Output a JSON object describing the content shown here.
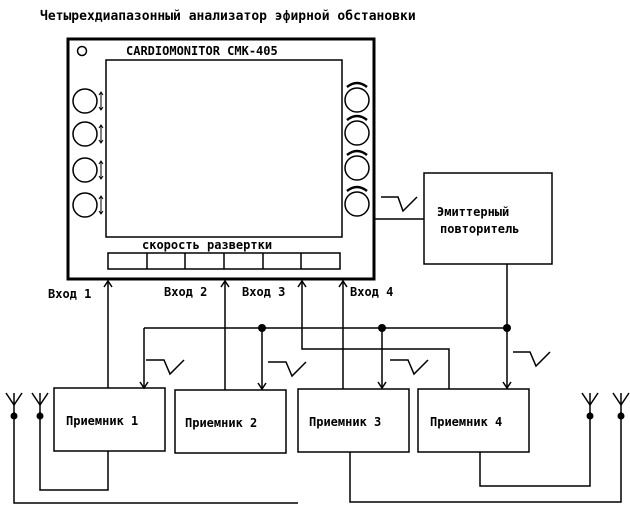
{
  "diagram": {
    "title": "Четырехдиапазонный анализатор эфирной обстановки",
    "monitor": {
      "title": "CARDIOMONITOR CMK-405",
      "sweep_label": "скорость развертки"
    },
    "inputs": [
      "Вход 1",
      "Вход 2",
      "Вход 3",
      "Вход 4"
    ],
    "emitter_follower": [
      "Эмиттерный",
      "повторитель"
    ],
    "receivers": [
      "Приемник 1",
      "Приемник 2",
      "Приемник 3",
      "Приемник 4"
    ]
  }
}
